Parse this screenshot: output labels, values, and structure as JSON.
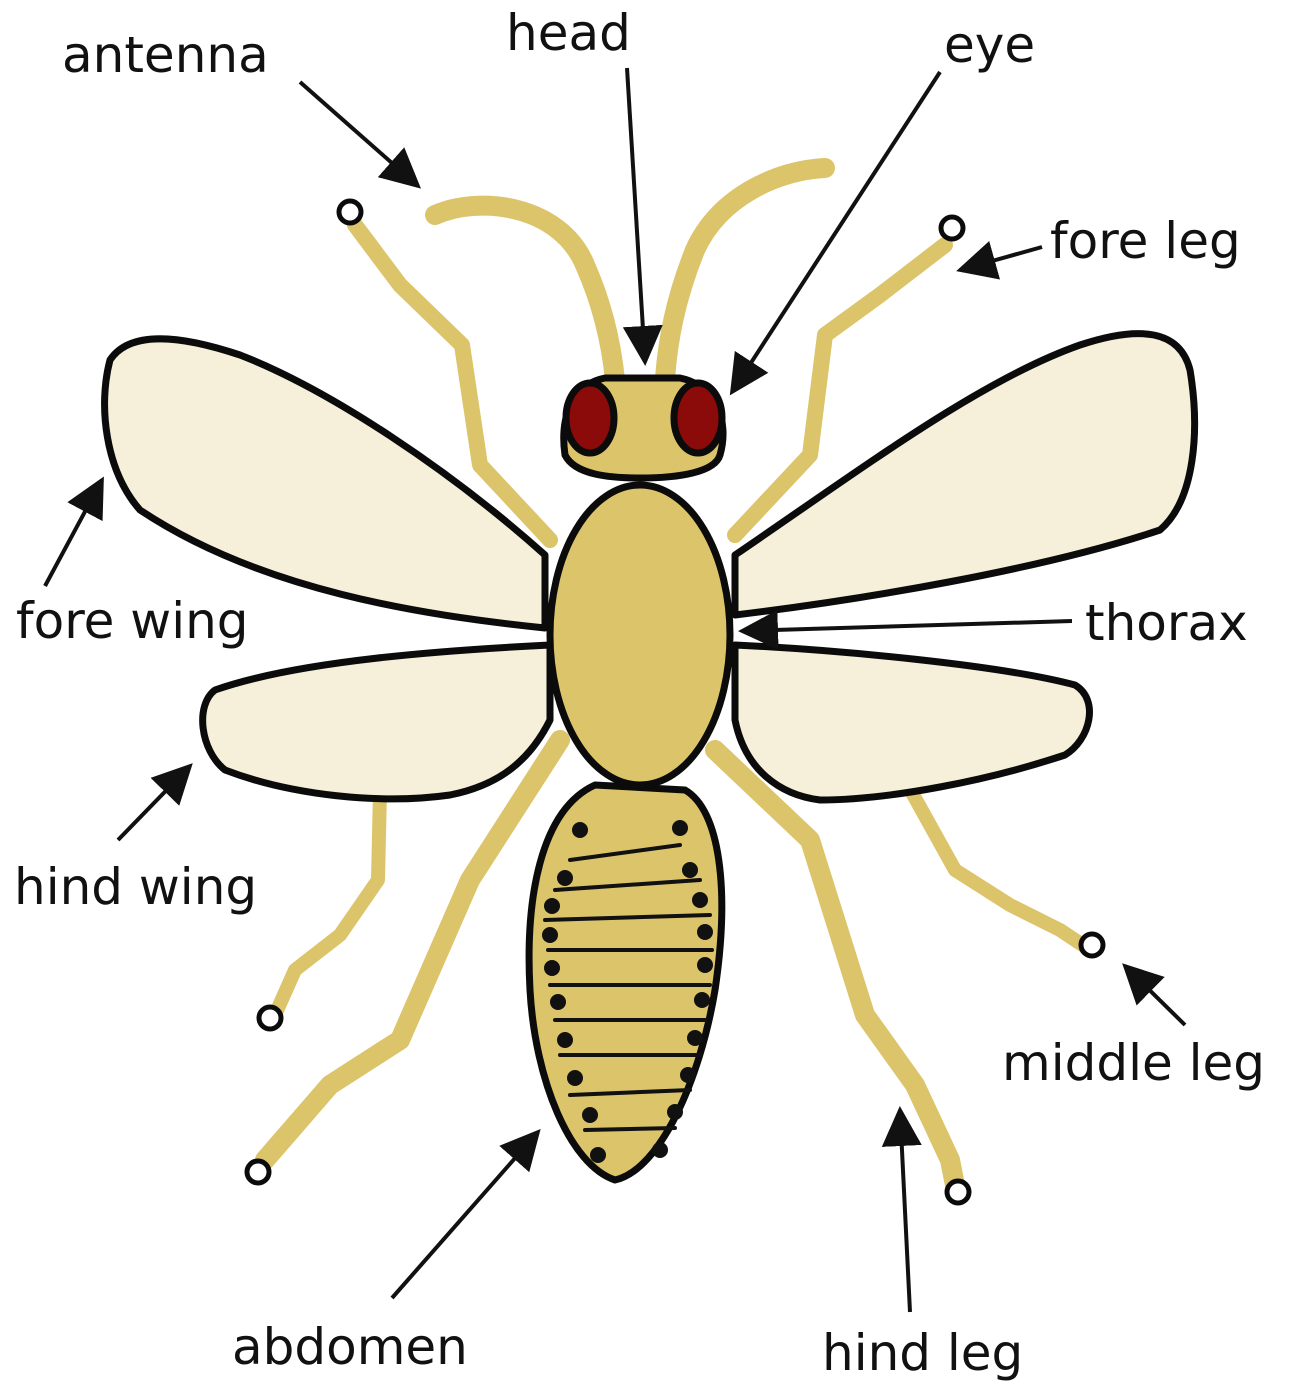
{
  "labels": {
    "antenna": "antenna",
    "head": "head",
    "eye": "eye",
    "fore_leg": "fore leg",
    "fore_wing": "fore wing",
    "thorax": "thorax",
    "hind_wing": "hind wing",
    "middle_leg": "middle leg",
    "abdomen": "abdomen",
    "hind_leg": "hind leg"
  },
  "colors": {
    "body": "#dcc46a",
    "wing": "#f6f0da",
    "eye": "#8b0a0a",
    "outline": "#0b0b0b"
  }
}
